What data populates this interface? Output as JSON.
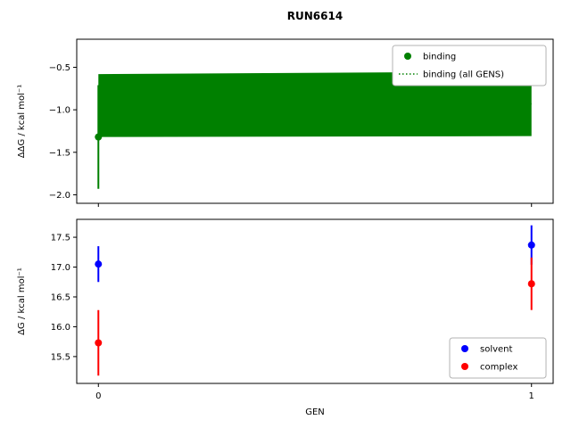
{
  "title": "RUN6614",
  "colors": {
    "binding": "#008000",
    "solvent": "#0000ff",
    "complex": "#ff0000",
    "legend_border": "#b3b3b3",
    "axes": "#000000"
  },
  "chart_data": [
    {
      "type": "line",
      "title": "RUN6614",
      "ylabel": "ΔΔG / kcal mol⁻¹",
      "xlabel": "",
      "xlim": [
        -0.05,
        1.05
      ],
      "ylim": [
        -2.1,
        -0.17
      ],
      "yticks": [
        -0.5,
        -1.0,
        -1.5,
        -2.0
      ],
      "xticks": [
        0,
        1
      ],
      "grid": false,
      "band": {
        "name": "binding (all GENS)",
        "color": "#008000",
        "x": [
          0,
          1
        ],
        "low": [
          -1.32,
          -1.31
        ],
        "high": [
          -0.58,
          -0.55
        ]
      },
      "dotted_line": {
        "color": "#008000",
        "y": [
          -0.95,
          -0.93
        ]
      },
      "series": [
        {
          "name": "binding",
          "color": "#008000",
          "marker": "circle",
          "x": [
            0
          ],
          "y": [
            -1.32
          ],
          "yerr": [
            0.61
          ]
        }
      ],
      "legend": {
        "position": "top-right",
        "entries": [
          {
            "label": "binding",
            "type": "marker",
            "color": "#008000"
          },
          {
            "label": "binding (all GENS)",
            "type": "dotted-line",
            "color": "#008000"
          }
        ]
      }
    },
    {
      "type": "scatter",
      "ylabel": "ΔG / kcal mol⁻¹",
      "xlabel": "GEN",
      "xlim": [
        -0.05,
        1.05
      ],
      "ylim": [
        15.05,
        17.8
      ],
      "yticks": [
        15.5,
        16.0,
        16.5,
        17.0,
        17.5
      ],
      "xticks": [
        0,
        1
      ],
      "grid": false,
      "series": [
        {
          "name": "solvent",
          "color": "#0000ff",
          "marker": "circle",
          "x": [
            0,
            1
          ],
          "y": [
            17.05,
            17.37
          ],
          "yerr": [
            0.3,
            0.33
          ]
        },
        {
          "name": "complex",
          "color": "#ff0000",
          "marker": "circle",
          "x": [
            0,
            1
          ],
          "y": [
            15.73,
            16.72
          ],
          "yerr": [
            0.55,
            0.44
          ]
        }
      ],
      "legend": {
        "position": "bottom-right",
        "entries": [
          {
            "label": "solvent",
            "type": "marker",
            "color": "#0000ff"
          },
          {
            "label": "complex",
            "type": "marker",
            "color": "#ff0000"
          }
        ]
      }
    }
  ]
}
